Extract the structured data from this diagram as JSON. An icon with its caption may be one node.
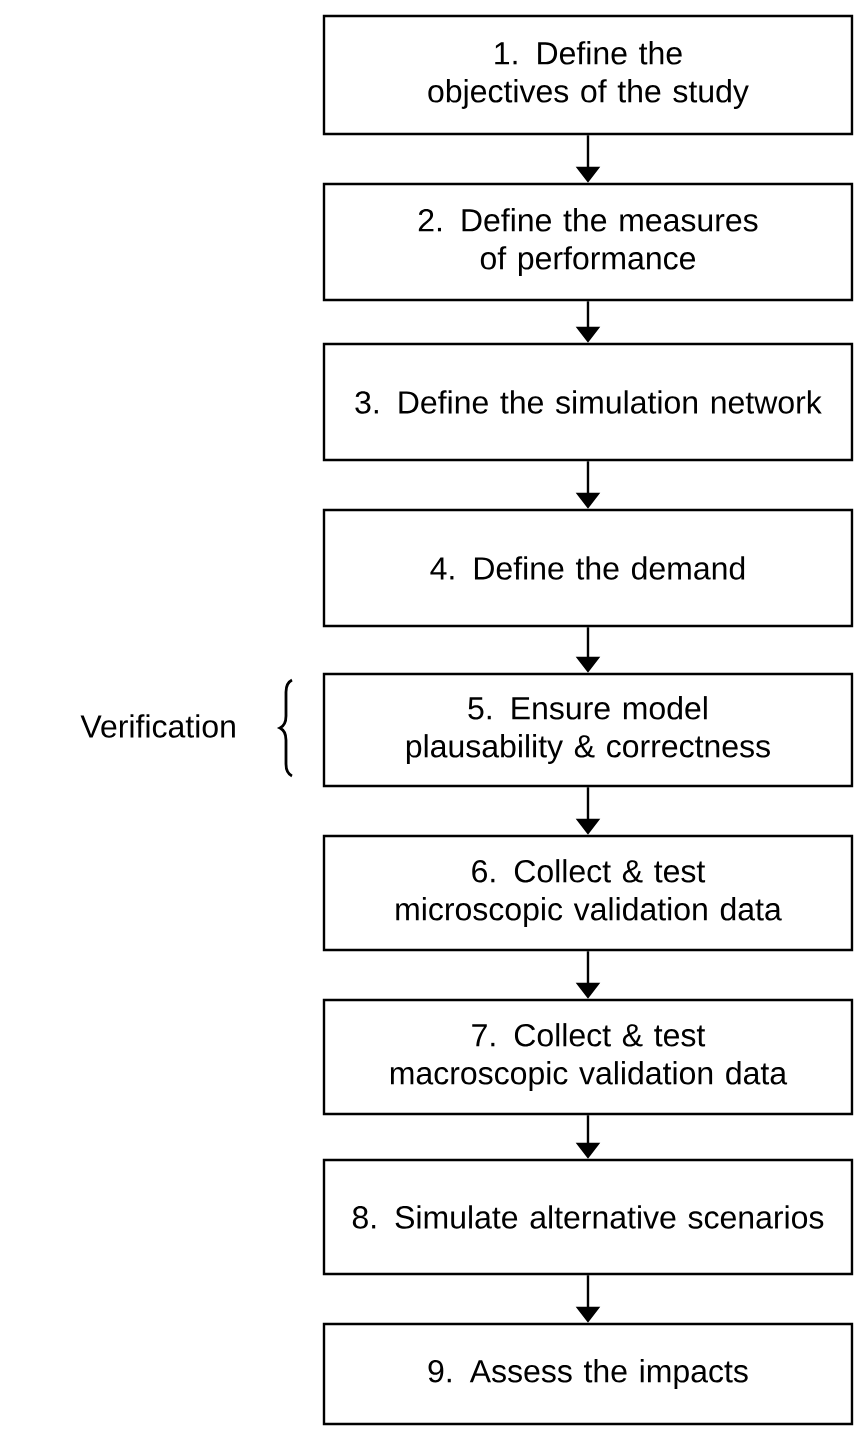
{
  "diagram": {
    "nodes": [
      {
        "text": [
          "1. Define the objectives of the study"
        ]
      },
      {
        "text": [
          "2. Define the measures of performance"
        ]
      },
      {
        "text": [
          "3. Define the simulation network"
        ]
      },
      {
        "text": [
          "4. Define the demand"
        ]
      },
      {
        "text": [
          "5. Ensure model plausability & correctness"
        ]
      },
      {
        "text": [
          "6. Collect & test microscopic validation data"
        ]
      },
      {
        "text": [
          "7. Collect & test macroscopic validation data"
        ]
      },
      {
        "text": [
          "8. Simulate alternative scenarios"
        ]
      },
      {
        "text": [
          "9. Assess the impacts"
        ]
      }
    ],
    "edges": [
      {
        "from": 0,
        "to": 1,
        "arrow": "to"
      },
      {
        "from": 1,
        "to": 2,
        "arrow": "to"
      },
      {
        "from": 2,
        "to": 3,
        "arrow": "to"
      },
      {
        "from": 3,
        "to": 4,
        "arrow": "to"
      },
      {
        "from": 4,
        "to": 5,
        "arrow": "to"
      },
      {
        "from": 5,
        "to": 6,
        "arrow": "to"
      },
      {
        "from": 6,
        "to": 7,
        "arrow": "to"
      },
      {
        "from": 7,
        "to": 8,
        "arrow": "to"
      }
    ],
    "labels": [
      "Verification"
    ]
  }
}
